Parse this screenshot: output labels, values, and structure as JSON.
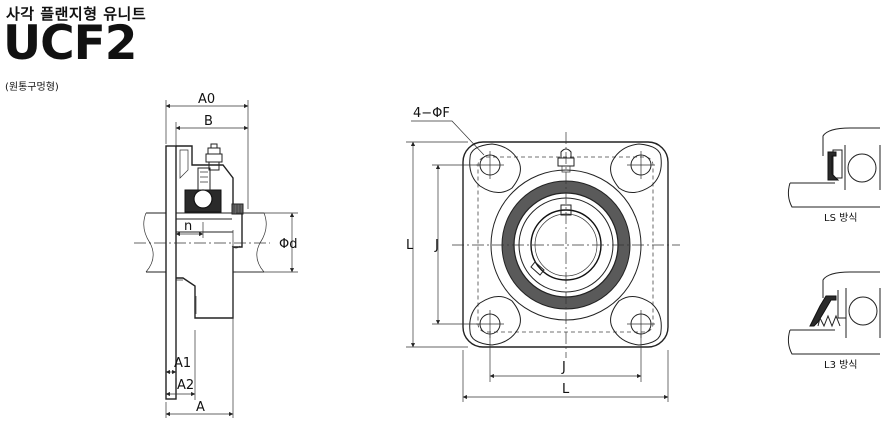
{
  "header": {
    "title_kr": "사각 플랜지형 유니트",
    "model": "UCF2",
    "subtitle": "(원통구멍형)"
  },
  "dims": {
    "a0": "A0",
    "b": "B",
    "n": "n",
    "phi_d": "Φd",
    "a1": "A1",
    "a2": "A2",
    "a": "A",
    "bolt": "4−ΦF",
    "l": "L",
    "j": "J"
  },
  "seals": {
    "ls": "LS 방식",
    "l3": "L3 방식"
  }
}
